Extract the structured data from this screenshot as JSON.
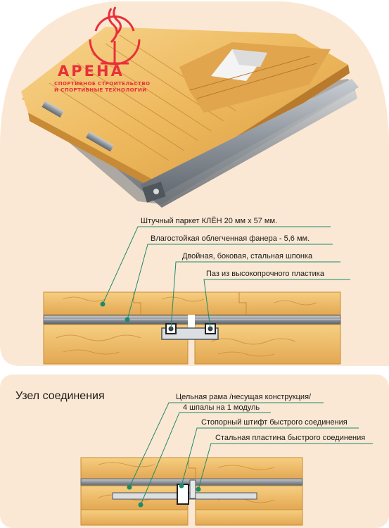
{
  "logo": {
    "name": "АРЕНА",
    "line1": "СПОРТИВНОЕ СТРОИТЕЛЬСТВО",
    "line2": "И СПОРТИВНЫЕ ТЕХНОЛОГИИ"
  },
  "top_labels": {
    "parquet": "Штучный  паркет КЛЁН 20 мм х 57 мм.",
    "plywood": "Влагостойкая облегченная фанера - 5,6 мм.",
    "key": "Двойная, боковая, стальная  шпонка",
    "groove": "Паз из высокопрочного пластика"
  },
  "bottom": {
    "title": "Узел    соединения",
    "frame": "Цельная рама /несущая  конструкция/",
    "sleepers": "4 шпалы  на  1  модуль",
    "pin": "Стопорный штифт быстрого соединения",
    "plate": "Стальная пластина быстрого соединения"
  },
  "colors": {
    "panel_bg": "#fbe8d4",
    "wood": "#f2c46e",
    "wood_dark": "#d99a3e",
    "steel": "#9aa0a6",
    "leader": "#1f8a6a",
    "logo_red": "#e8303a"
  }
}
